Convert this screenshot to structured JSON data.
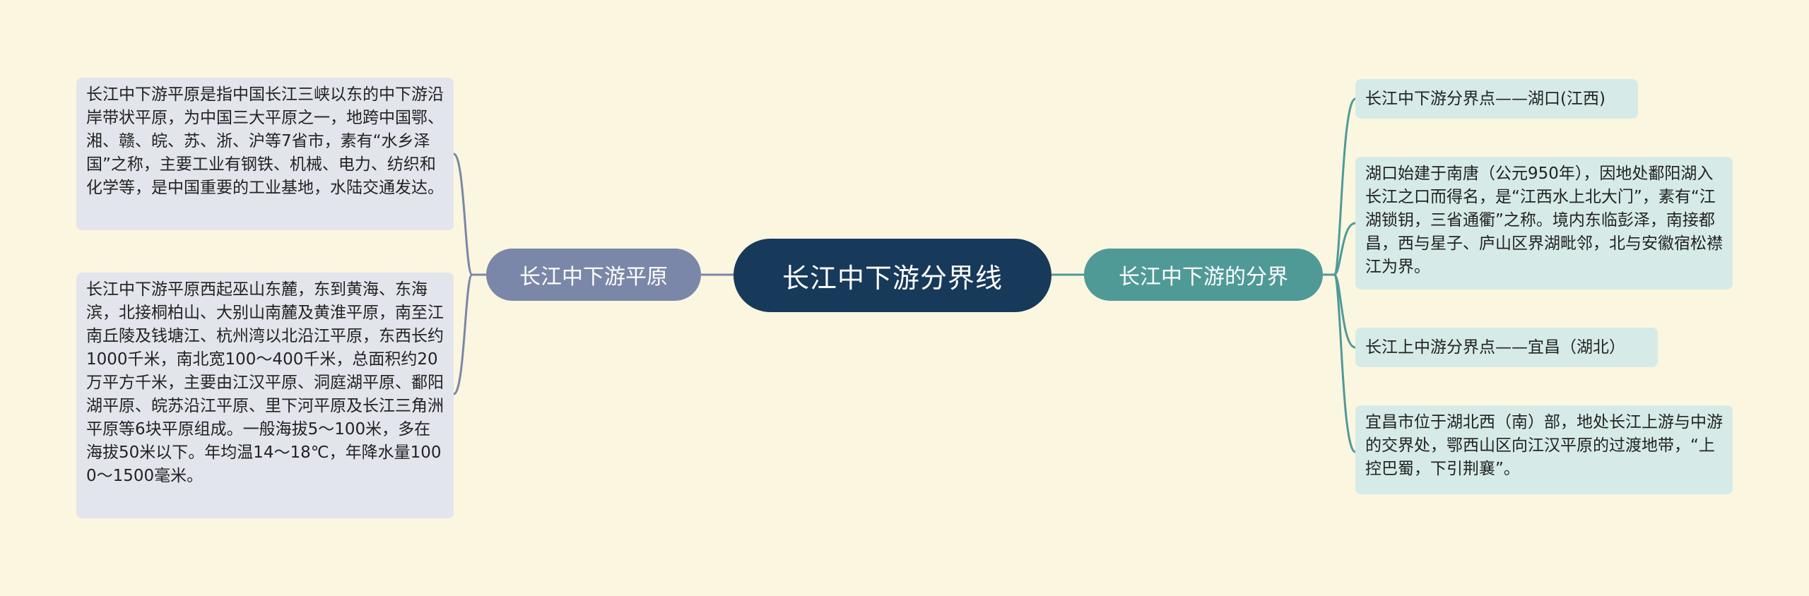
{
  "root": {
    "label": "长江中下游分界线"
  },
  "left_branch": {
    "label": "长江中下游平原",
    "children": [
      "长江中下游平原是指中国长江三峡以东的中下游沿岸带状平原，为中国三大平原之一，地跨中国鄂、湘、赣、皖、苏、浙、沪等7省市，素有“水乡泽国”之称，主要工业有钢铁、机械、电力、纺织和化学等，是中国重要的工业基地，水陆交通发达。",
      "长江中下游平原西起巫山东麓，东到黄海、东海滨，北接桐柏山、大别山南麓及黄淮平原，南至江南丘陵及钱塘江、杭州湾以北沿江平原，东西长约1000千米，南北宽100～400千米，总面积约20万平方千米，主要由江汉平原、洞庭湖平原、鄱阳湖平原、皖苏沿江平原、里下河平原及长江三角洲平原等6块平原组成。一般海拔5～100米，多在海拔50米以下。年均温14～18℃，年降水量1000～1500毫米。"
    ]
  },
  "right_branch": {
    "label": "长江中下游的分界",
    "children": [
      "长江中下游分界点——湖口(江西)",
      "湖口始建于南唐（公元950年），因地处鄱阳湖入长江之口而得名，是“江西水上北大门”，素有“江湖锁钥，三省通衢”之称。境内东临彭泽，南接都昌，西与星子、庐山区界湖毗邻，北与安徽宿松襟江为界。",
      "长江上中游分界点——宜昌（湖北）",
      "宜昌市位于湖北西（南）部，地处长江上游与中游的交界处，鄂西山区向江汉平原的过渡地带，“上控巴蜀，下引荆襄”。"
    ]
  },
  "colors": {
    "background": "#fbf6e0",
    "root": "#17395a",
    "left_branch": "#7a87a8",
    "right_branch": "#4f9a97",
    "left_leaf": "#e3e5ec",
    "right_leaf": "#d6ebe8"
  }
}
